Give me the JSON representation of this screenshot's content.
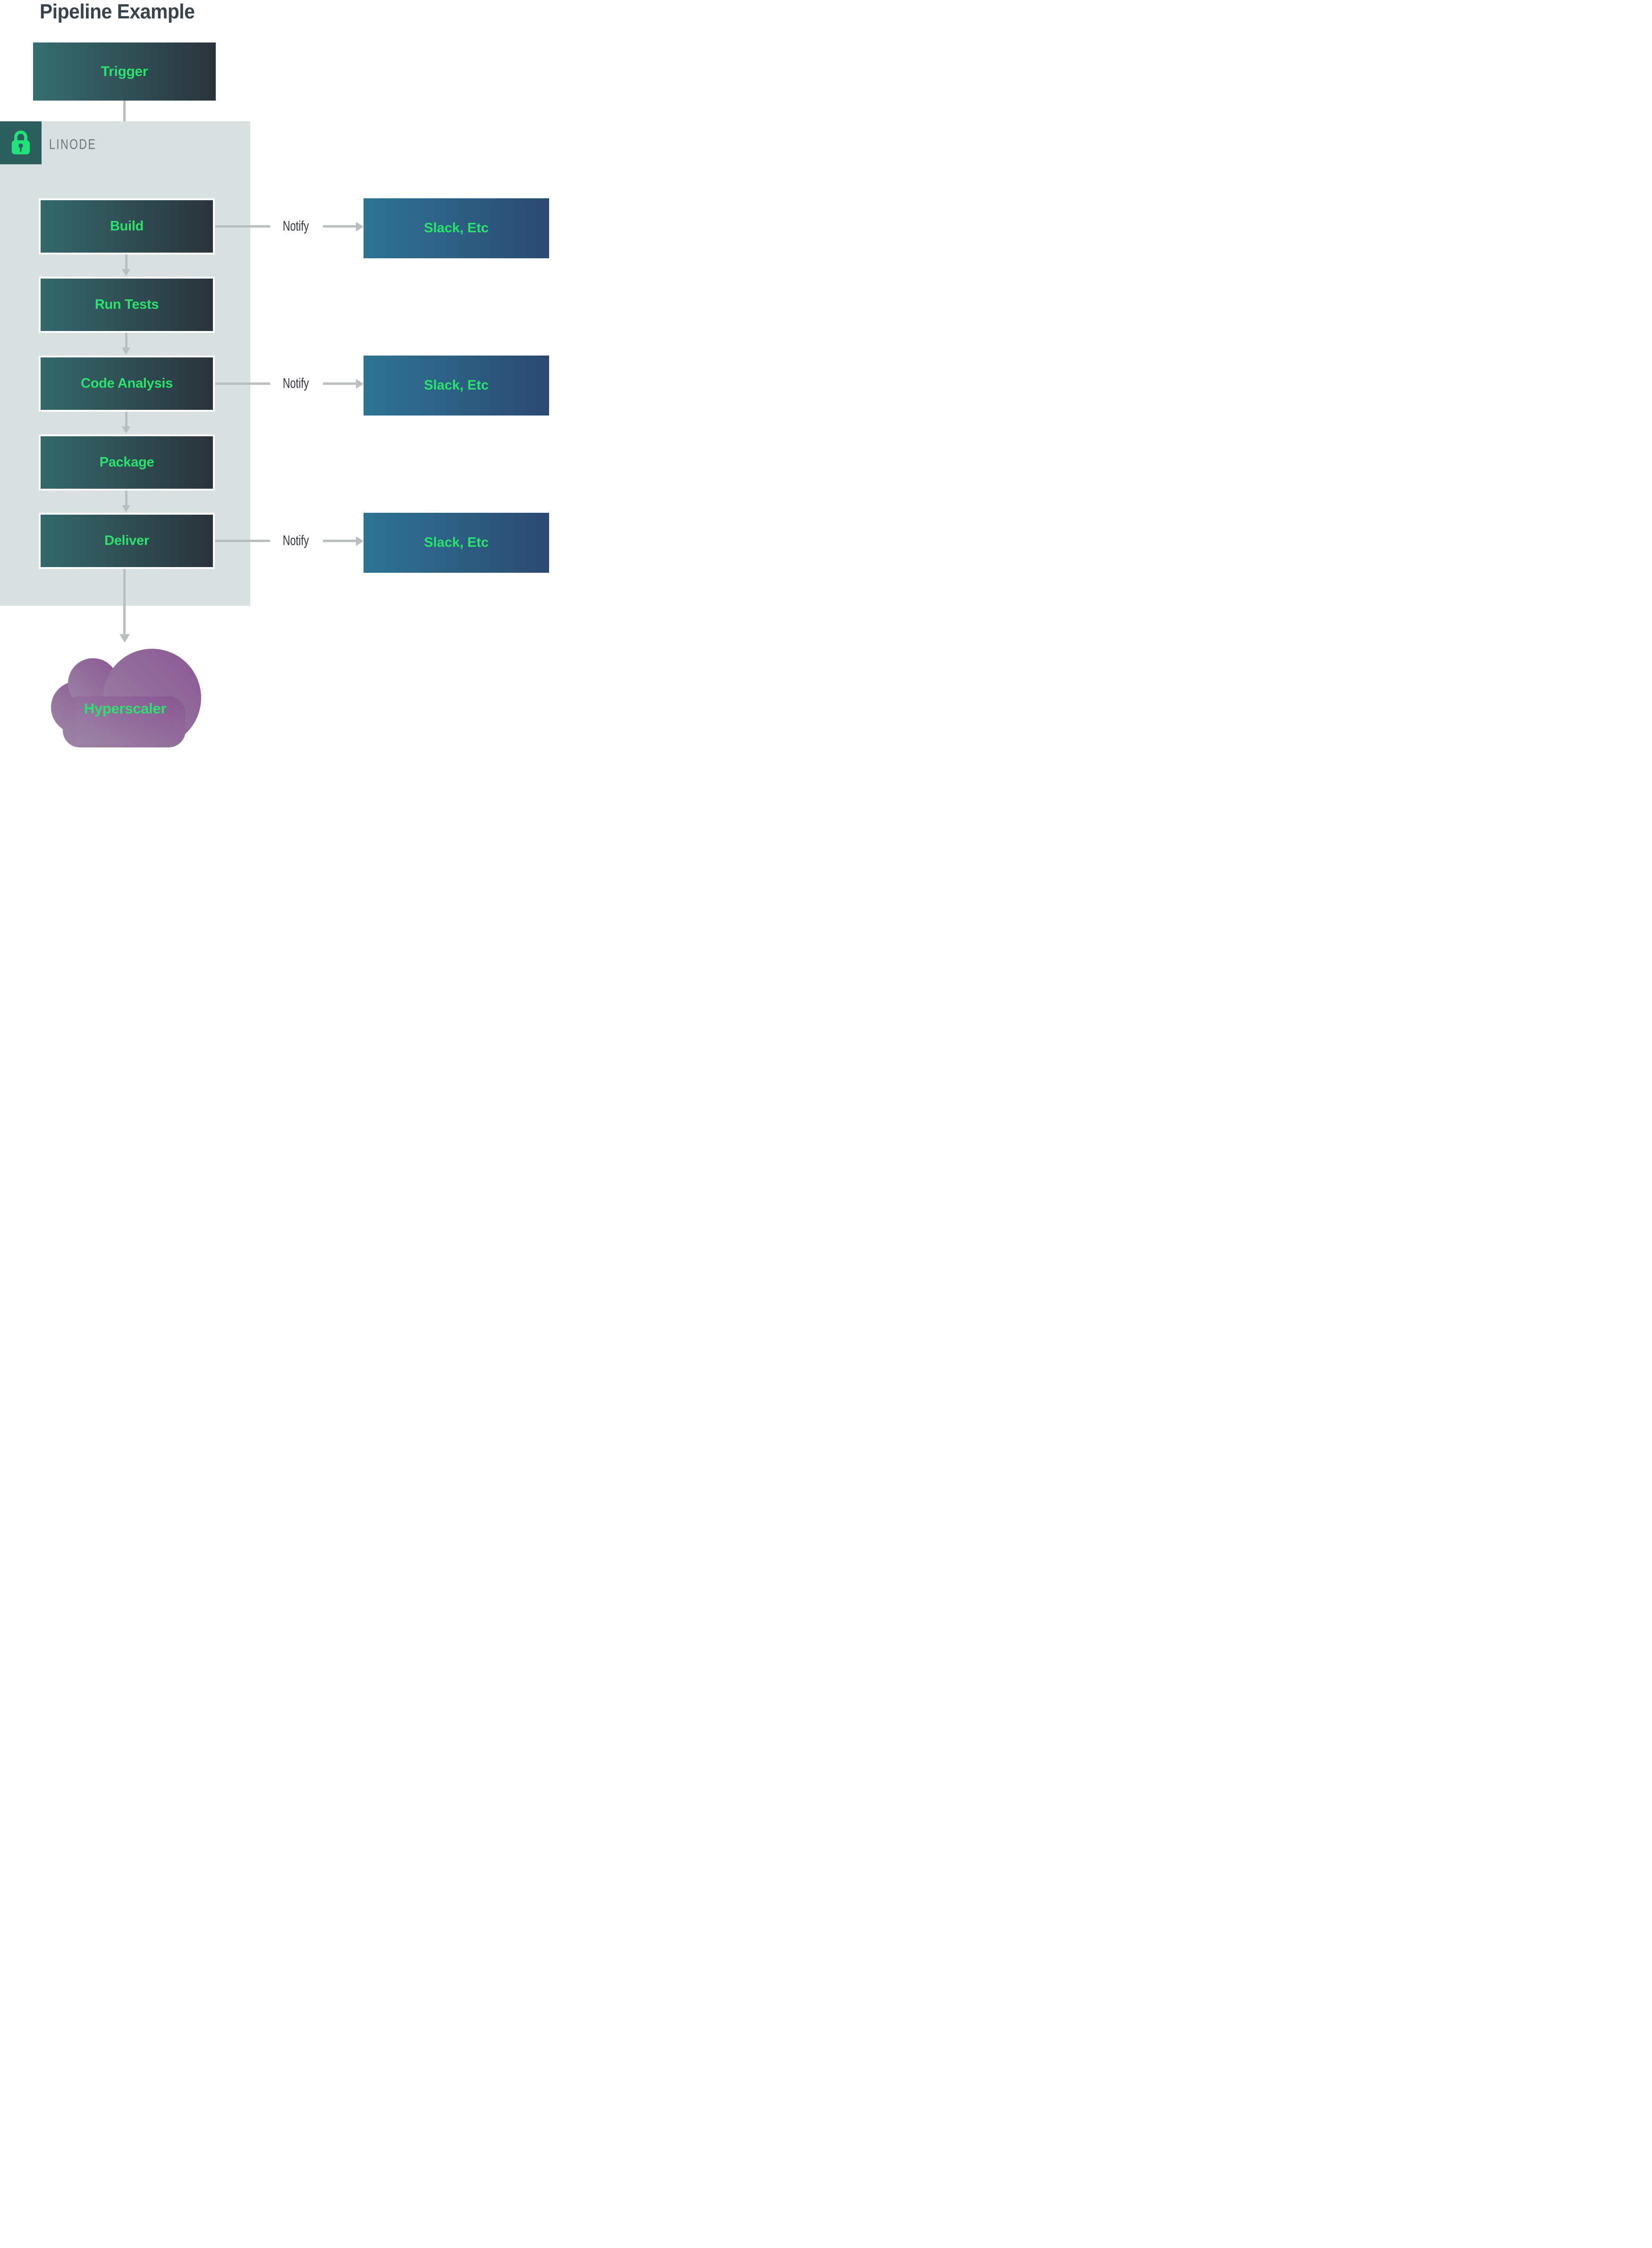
{
  "title": "Pipeline Example",
  "trigger": {
    "label": "Trigger"
  },
  "container": {
    "label": "LINODE",
    "icon": "lock-icon"
  },
  "pipeline": [
    {
      "label": "Build",
      "notify": true
    },
    {
      "label": "Run Tests",
      "notify": false
    },
    {
      "label": "Code Analysis",
      "notify": true
    },
    {
      "label": "Package",
      "notify": false
    },
    {
      "label": "Deliver",
      "notify": true
    }
  ],
  "notify": {
    "label": "Notify"
  },
  "slack": {
    "label": "Slack, Etc"
  },
  "cloud": {
    "label": "Hyperscaler"
  },
  "colors": {
    "accent_green": "#2CE26E",
    "title_text": "#3A424B",
    "panel_background": "#D9E1E0",
    "lock_square": "#2D5F5F",
    "linode_text": "#6C757D",
    "notify_text": "#2F343B",
    "arrow_gray": "#B9BEBE",
    "stage_gradient_left": "#33696B",
    "stage_gradient_right": "#2B333C",
    "slack_gradient_left": "#2E7495",
    "slack_gradient_right": "#2C4971",
    "cloud_gradient_light": "#9C85A6",
    "cloud_gradient_dark": "#8A5793"
  }
}
